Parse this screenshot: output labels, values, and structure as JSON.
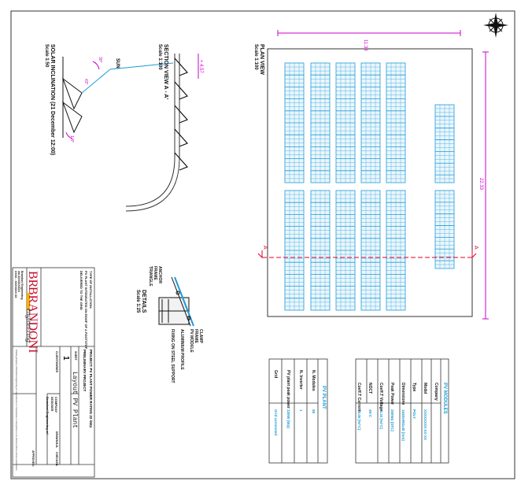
{
  "colors": {
    "panel": "#1e9bd7",
    "dimension": "#cc00cc",
    "section": "#e0002a",
    "ink": "#111111",
    "brand": "#c8102e"
  },
  "plan": {
    "title": "PLAN VIEW",
    "scale": "Scale 1:100",
    "dim_width": "11.33",
    "dim_height": "22.33",
    "section_mark": "A"
  },
  "section_view": {
    "title": "SECTION VIEW A - A'",
    "scale": "Scale 1:100",
    "dim": "+ 4.57"
  },
  "solar": {
    "title": "SOLAR INCLINATION (21 December 12:00)",
    "scale": "Scale 1:50",
    "sun": "SUN",
    "angle1": "30°",
    "angle2": "43°",
    "angle3": "1.8°"
  },
  "details": {
    "title": "DETAILS",
    "scale": "Scale 1:25",
    "labels": [
      "CLAMP",
      "FRAME",
      "PV MODULE",
      "ALUMINIUM PROFILE",
      "FIXING ON STEEL SUPPORT",
      "ANCHOR",
      "FRAME",
      "TRIANGLE"
    ]
  },
  "pv_module": {
    "header": "PV MODULES",
    "rows": [
      {
        "label": "Company",
        "value": ""
      },
      {
        "label": "Model",
        "value": "XXXXXXXX-XX-XX"
      },
      {
        "label": "Type",
        "value": "POLY"
      },
      {
        "label": "Dimensions",
        "value": "1640x992x40 [mm]"
      },
      {
        "label": "Peak Power",
        "value": "250Wp [STC]"
      },
      {
        "label": "Coeff.T Voltage",
        "value": "-0.32 [%/°C]"
      },
      {
        "label": "NOCT",
        "value": "45°C"
      },
      {
        "label": "Coeff.T Current",
        "value": "+0.05 [%/°C]"
      }
    ]
  },
  "pv_plant": {
    "header": "PV PLANT",
    "rows": [
      {
        "label": "N. Modules",
        "value": "88"
      },
      {
        "label": "N. Inverter",
        "value": "1"
      },
      {
        "label": "PV plant peak power",
        "value": "22000 [Wp]"
      },
      {
        "label": "Grid",
        "value": "Grid connected"
      }
    ]
  },
  "title_block": {
    "notes": [
      "TYPE OF INSTALLATION:",
      "PV PLANT INTEGRATED ON ROOF OF A FOOTSTEP",
      "DELIVERED TO THE GRID"
    ],
    "company": "BRANDONI",
    "company_initials": "BR",
    "signature": "engineering",
    "company_address": [
      "Brandoni Engineering",
      "via XXXXXXXXX",
      "XXXX - XXXXXXX XX"
    ],
    "project": "PROJECT: PV PLANT POWER RATING 22 kWp",
    "phase": "PRELIMINARY PROJECT",
    "drawing_title": "Layout PV Plant",
    "sheet_label": "SHEET",
    "sheet_number": "1",
    "client_label": "CLIENT/OWNER",
    "client": "COMPANY",
    "designer_label": "DESIGNER",
    "designer": "Brandoni Engineering srl",
    "drawn_label": "DRAWN:",
    "drawn": "B.B.",
    "checked_label": "CHECKED:",
    "approved_label": "APPROVED:",
    "footer": "Drawing property of Brandoni Engineering srl. Reproduction or transmission to third parties is not allowed without written authorization."
  }
}
